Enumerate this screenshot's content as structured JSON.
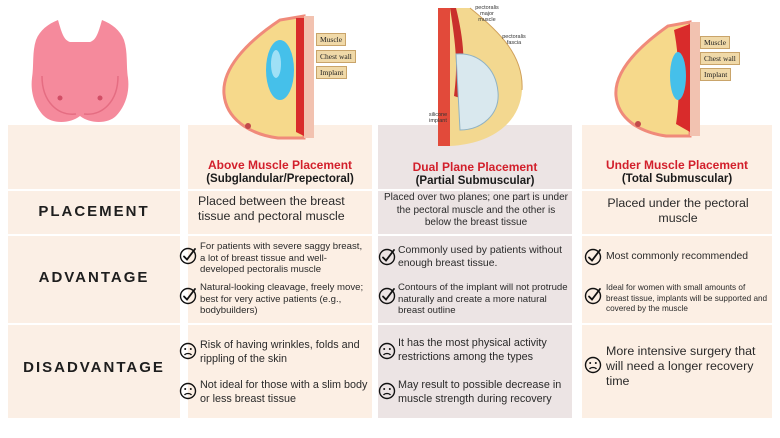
{
  "rows": {
    "placement": "PLACEMENT",
    "advantage": "ADVANTAGE",
    "disadvantage": "DISADVANTAGE"
  },
  "columns": [
    {
      "title": "Above Muscle Placement",
      "subtitle": "(Subglandular/Prepectoral)",
      "placement": "Placed between the breast tissue and pectoral muscle",
      "advantages": [
        "For patients with severe saggy breast, a lot of breast tissue and well-developed pectoralis muscle",
        "Natural-looking cleavage, freely move; best for very active patients (e.g., bodybuilders)"
      ],
      "disadvantages": [
        "Risk of having wrinkles, folds and rippling of the skin",
        "Not ideal for those with a slim body or less breast tissue"
      ],
      "labels": [
        "Muscle",
        "Chest wall",
        "Implant"
      ]
    },
    {
      "title": "Dual Plane Placement",
      "subtitle": "(Partial Submuscular)",
      "placement": "Placed over two planes; one part is under the pectoral muscle and the other is below the breast tissue",
      "advantages": [
        "Commonly used by patients without enough breast tissue.",
        "Contours of the implant will not protrude naturally and create a more natural breast outline"
      ],
      "disadvantages": [
        "It has the most physical activity restrictions among the types",
        "May result to possible decrease in muscle strength during recovery"
      ],
      "labels": [
        "pectoralis major muscle",
        "pectoralis fascia",
        "silicone implant"
      ]
    },
    {
      "title": "Under Muscle Placement",
      "subtitle": "(Total Submuscular)",
      "placement": "Placed under the pectoral muscle",
      "advantages": [
        "Most commonly recommended",
        "Ideal for women with small amounts of breast tissue, implants will be supported and covered by the muscle"
      ],
      "disadvantages": [
        "More intensive surgery that will need a longer recovery time"
      ],
      "labels": [
        "Muscle",
        "Chest wall",
        "Implant"
      ]
    }
  ],
  "icons": {
    "check": "check-circle-icon",
    "sad": "sad-face-icon",
    "torso": "torso-illustration"
  },
  "colors": {
    "title_red": "#d21f2b",
    "torso_pink": "#f58a9c",
    "bg_peach": "#fcefe4",
    "bg_gray": "#ece4e4",
    "callout": "#f0d9a8"
  }
}
